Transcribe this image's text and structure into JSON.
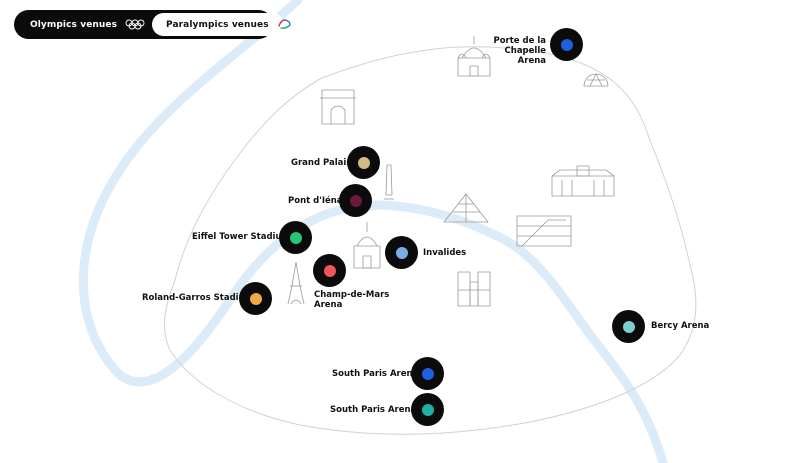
{
  "toggle": {
    "olympics_label": "Olympics venues",
    "paralympics_label": "Paralympics venues",
    "olympics_icon": "olympic-rings-icon",
    "paralympics_icon": "paralympic-agitos-icon"
  },
  "colors": {
    "river": "#dcebf8",
    "outline": "#d2d2d2",
    "landmark": "#9a9a9a",
    "marker_bg": "#0b0b0b"
  },
  "venues": [
    {
      "id": "porte-de-la-chapelle-arena",
      "label": "Porte de la\nChapelle Arena",
      "color": "#1f5fe0"
    },
    {
      "id": "grand-palais",
      "label": "Grand Palais",
      "color": "#d4bb84"
    },
    {
      "id": "pont-d-iena",
      "label": "Pont d'Iéna",
      "color": "#6b1a3c"
    },
    {
      "id": "eiffel-tower-stadium",
      "label": "Eiffel Tower Stadium",
      "color": "#27c47c"
    },
    {
      "id": "invalides",
      "label": "Invalides",
      "color": "#79aeea"
    },
    {
      "id": "champ-de-mars-arena",
      "label": "Champ-de-Mars\nArena",
      "color": "#f0555a"
    },
    {
      "id": "roland-garros-stadium",
      "label": "Roland-Garros Stadium",
      "color": "#f0aa45"
    },
    {
      "id": "bercy-arena",
      "label": "Bercy Arena",
      "color": "#7cd0cc"
    },
    {
      "id": "south-paris-arena-1",
      "label": "South Paris Arena 1",
      "color": "#1f5fe0"
    },
    {
      "id": "south-paris-arena-4",
      "label": "South Paris Arena 4",
      "color": "#21aea4"
    }
  ],
  "landmarks": [
    "sacre-coeur-icon",
    "geode-icon",
    "arc-de-triomphe-icon",
    "obelisk-icon",
    "louvre-pyramid-icon",
    "hotel-de-ville-icon",
    "centre-pompidou-icon",
    "invalides-dome-icon",
    "eiffel-tower-icon",
    "notre-dame-icon"
  ]
}
